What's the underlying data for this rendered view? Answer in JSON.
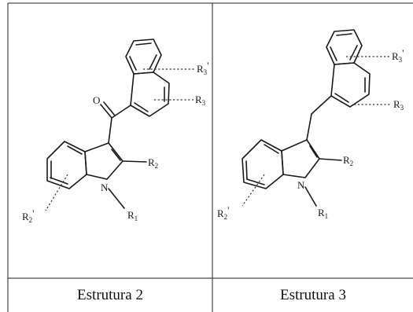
{
  "panels": [
    {
      "caption": "Estrutura 2",
      "labels": {
        "r3p_main": "R",
        "r3p_sub": "3",
        "r3p_prime": "'",
        "r3_main": "R",
        "r3_sub": "3",
        "o": "O",
        "r2_main": "R",
        "r2_sub": "2",
        "n": "N",
        "r1_main": "R",
        "r1_sub": "1",
        "r2p_main": "R",
        "r2p_sub": "2",
        "r2p_prime": "'"
      }
    },
    {
      "caption": "Estrutura 3",
      "labels": {
        "r3p_main": "R",
        "r3p_sub": "3",
        "r3p_prime": "'",
        "r3_main": "R",
        "r3_sub": "3",
        "r2_main": "R",
        "r2_sub": "2",
        "n": "N",
        "r1_main": "R",
        "r1_sub": "1",
        "r2p_main": "R",
        "r2p_sub": "2",
        "r2p_prime": "'"
      }
    }
  ]
}
